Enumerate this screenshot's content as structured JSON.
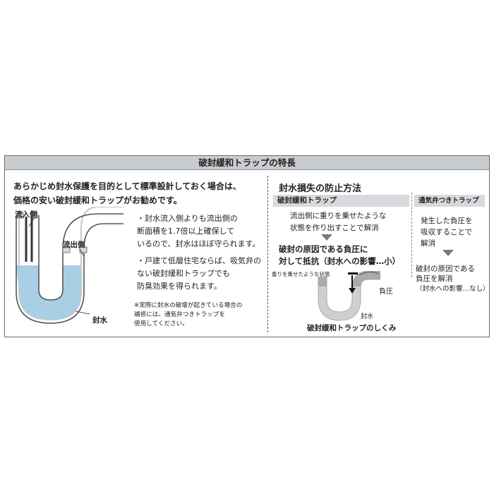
{
  "title": "破封緩和トラップの特長",
  "left": {
    "intro_line1": "あらかじめ封水保護を目的として標準設計しておく場合は、",
    "intro_line2": "価格の安い破封緩和トラップがお勧めです。",
    "label_inflow": "流入側",
    "label_outflow": "流出側",
    "label_seal": "封水",
    "bullets": [
      [
        "・封水流入側よりも流出側の",
        "断面積を1.7倍以上確保して",
        "いるので、封水はほぼ守られます。"
      ],
      [
        "・戸建て低層住宅ならば、吸気弁の",
        "ない破封緩和トラップでも",
        "防臭効果を得られます。"
      ]
    ],
    "note": [
      "※実際に封水の破壊が起きている場合の",
      "補修には、通気弁つきトラップを",
      "使用してください。"
    ]
  },
  "right": {
    "heading": "封水損失の防止方法",
    "col1": {
      "header": "破封緩和トラップ",
      "desc": [
        "流出側に重りを乗せたような",
        "状態を作り出すことで解消"
      ],
      "result": [
        "破封の原因である負圧に",
        "対して抵抗（封水への影響…小）"
      ],
      "diagram_label_weight": "重りを乗せたような状態",
      "diagram_label_negative": "負圧",
      "diagram_label_seal": "封水",
      "caption": "破封緩和トラップのしくみ"
    },
    "col2": {
      "header": "通気弁つきトラップ",
      "desc": [
        "発生した負圧を",
        "吸収することで",
        "解消"
      ],
      "result": [
        "破封の原因である",
        "負圧を解消",
        "（封水への影響…なし）"
      ]
    }
  },
  "colors": {
    "water": "#a9cfe4",
    "pipe": "#d3d3d3",
    "header_bg": "#c9ccd0"
  }
}
